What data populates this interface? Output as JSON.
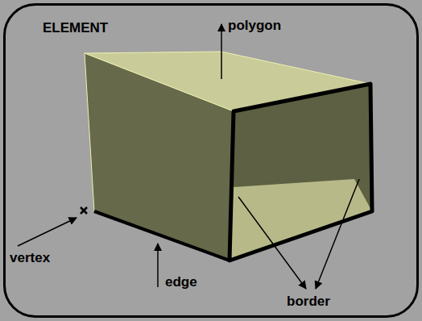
{
  "diagram": {
    "nodes": [
      {
        "text": [
          "ELEMENT"
        ]
      }
    ],
    "labels": [
      "polygon",
      "vertex",
      "edge",
      "border"
    ]
  }
}
